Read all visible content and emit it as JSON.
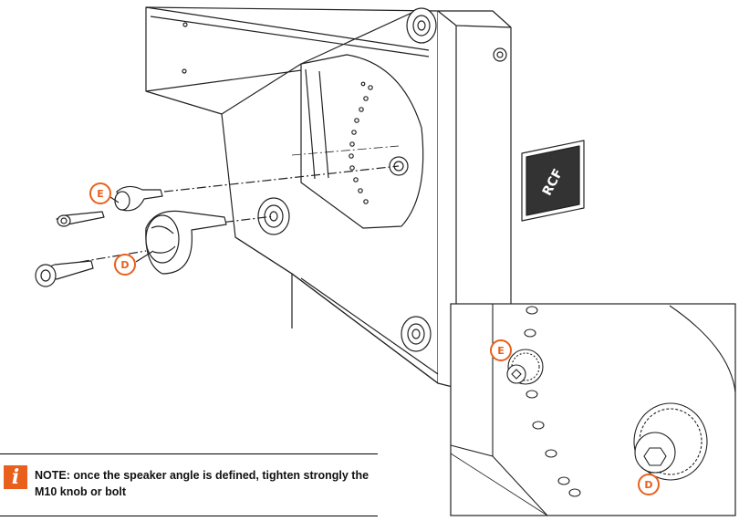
{
  "callouts": {
    "main_e": "E",
    "main_d": "D",
    "inset_e": "E",
    "inset_d": "D"
  },
  "logo": {
    "text": "RCF"
  },
  "note": {
    "icon_glyph": "i",
    "text": "NOTE: once the speaker angle is defined, tighten strongly the M10 knob or bolt"
  },
  "colors": {
    "accent": "#e8601c",
    "line": "#222222"
  },
  "icons": [
    "info-icon",
    "callout-e-badge",
    "callout-d-badge"
  ]
}
